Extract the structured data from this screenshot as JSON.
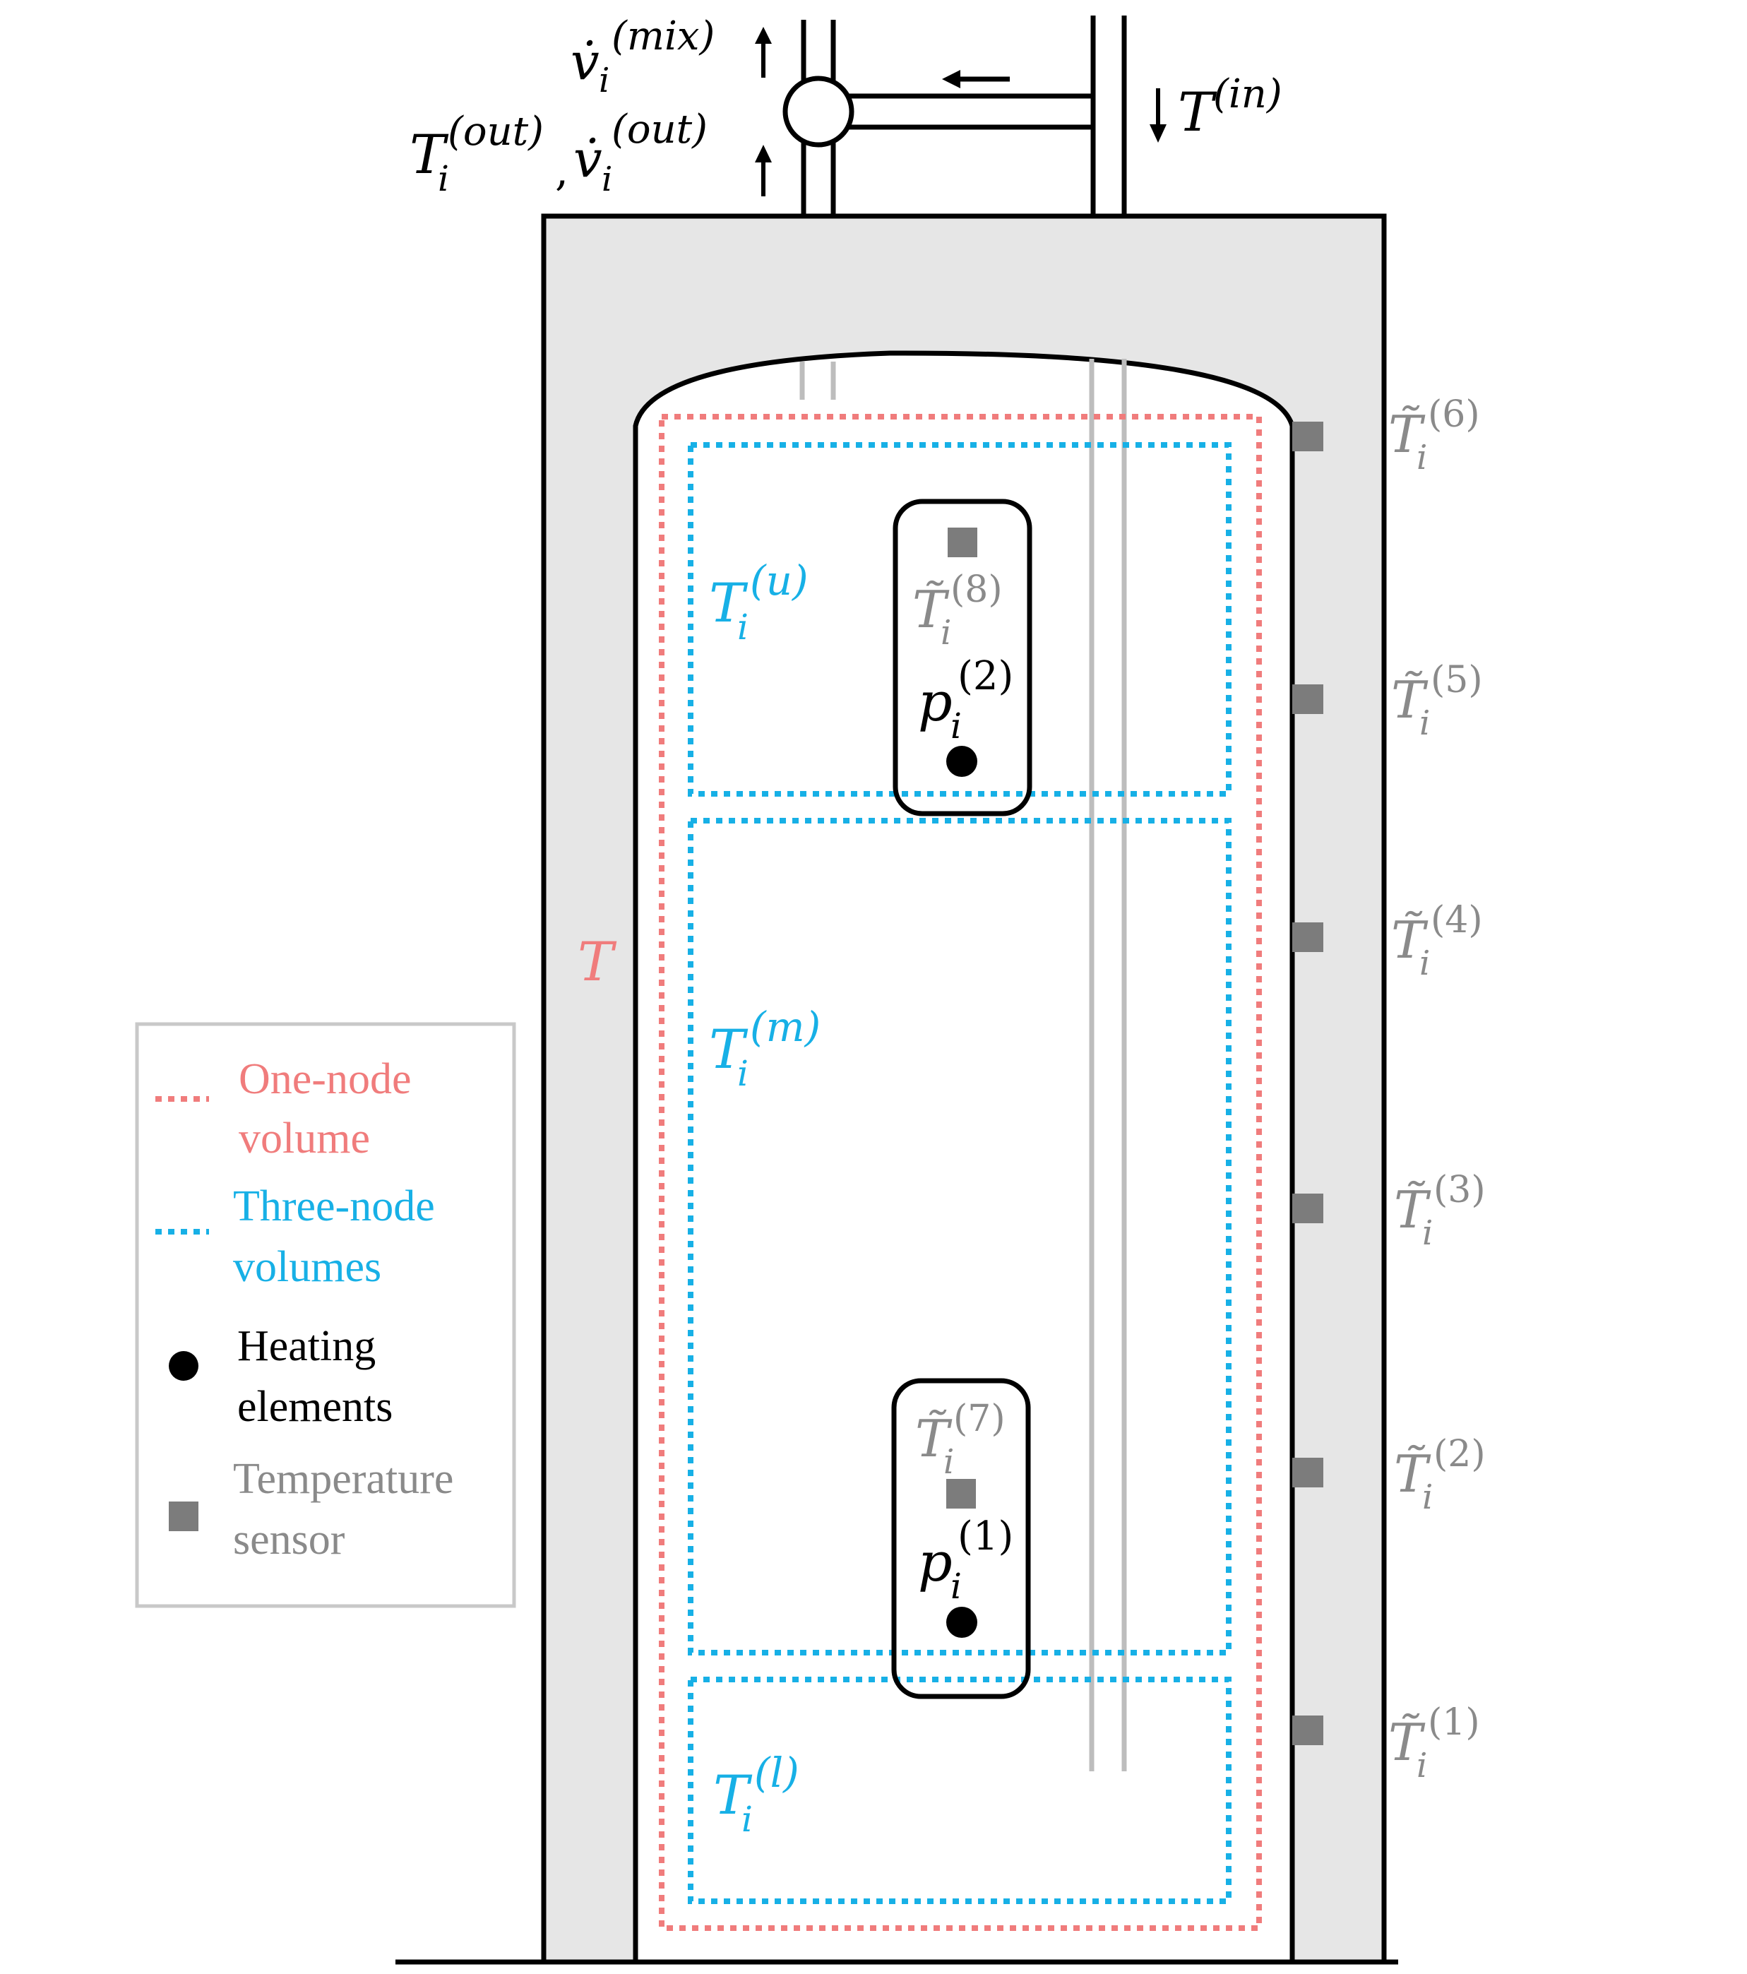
{
  "colors": {
    "one_node": "#f07c7c",
    "three_node": "#17b0e6",
    "sensor": "#7c7c7c",
    "sensor_label": "#8a8a8a",
    "insulation": "#e6e6e6",
    "pipe_inner": "#bdbdbd",
    "outline": "#000000"
  },
  "top_labels": {
    "mix_base": "v̇",
    "mix_sub": "i",
    "mix_sup": "(mix)",
    "out_T_base": "T",
    "out_T_sub": "i",
    "out_T_sup": "(out)",
    "out_comma": ",",
    "out_v_base": "v̇",
    "out_v_sub": "i",
    "out_v_sup": "(out)",
    "in_base": "T",
    "in_sup": "(in)"
  },
  "volumes": {
    "one_node": {
      "base": "T"
    },
    "upper": {
      "base": "T",
      "sub": "i",
      "sup": "(u)"
    },
    "middle": {
      "base": "T",
      "sub": "i",
      "sup": "(m)"
    },
    "lower": {
      "base": "T",
      "sub": "i",
      "sup": "(l)"
    }
  },
  "heaters": [
    {
      "base": "p",
      "sub": "i",
      "sup": "(2)"
    },
    {
      "base": "p",
      "sub": "i",
      "sup": "(1)"
    }
  ],
  "internal_sensors": [
    {
      "base": "T̃",
      "sub": "i",
      "sup": "(8)"
    },
    {
      "base": "T̃",
      "sub": "i",
      "sup": "(7)"
    }
  ],
  "external_sensors": [
    {
      "base": "T̃",
      "sub": "i",
      "sup": "(6)"
    },
    {
      "base": "T̃",
      "sub": "i",
      "sup": "(5)"
    },
    {
      "base": "T̃",
      "sub": "i",
      "sup": "(4)"
    },
    {
      "base": "T̃",
      "sub": "i",
      "sup": "(3)"
    },
    {
      "base": "T̃",
      "sub": "i",
      "sup": "(2)"
    },
    {
      "base": "T̃",
      "sub": "i",
      "sup": "(1)"
    }
  ],
  "legend": {
    "one_node_line1": "One-node",
    "one_node_line2": "volume",
    "three_node_line1": "Three-node",
    "three_node_line2": "volumes",
    "heating_line1": "Heating",
    "heating_line2": "elements",
    "sensor_line1": "Temperature",
    "sensor_line2": "sensor"
  }
}
